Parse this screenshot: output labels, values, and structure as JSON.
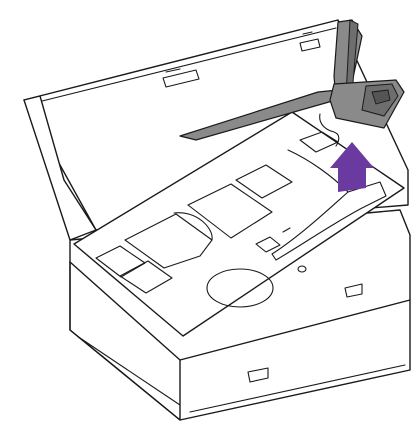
{
  "figure": {
    "description_free": true,
    "colors": {
      "outline": "#1a1a1a",
      "fill": "#ffffff",
      "stand": "#8a8a8a",
      "stand_dark": "#6e6e6e",
      "arrow": "#6a3aa0"
    },
    "icons": [
      "box-lid",
      "box-body",
      "foam-insert",
      "monitor-stand",
      "up-arrow-icon"
    ]
  }
}
